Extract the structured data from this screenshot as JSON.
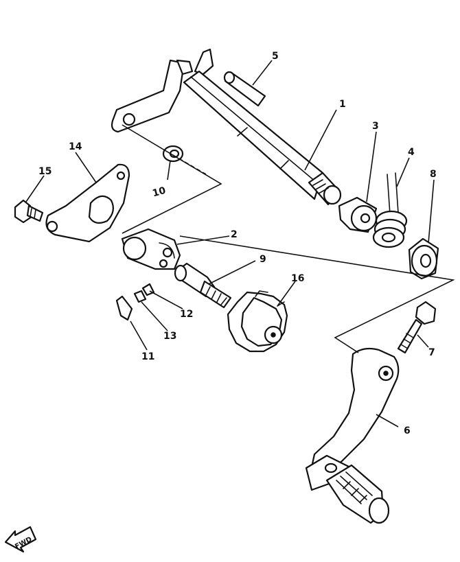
{
  "labels": {
    "n1": "1",
    "n2": "2",
    "n3": "3",
    "n4": "4",
    "n5": "5",
    "n6": "6",
    "n7": "7",
    "n8": "8",
    "n9": "9",
    "n10": "10",
    "n11": "11",
    "n12": "12",
    "n13": "13",
    "n14": "14",
    "n15": "15",
    "n16": "16"
  },
  "direction": "FWD"
}
